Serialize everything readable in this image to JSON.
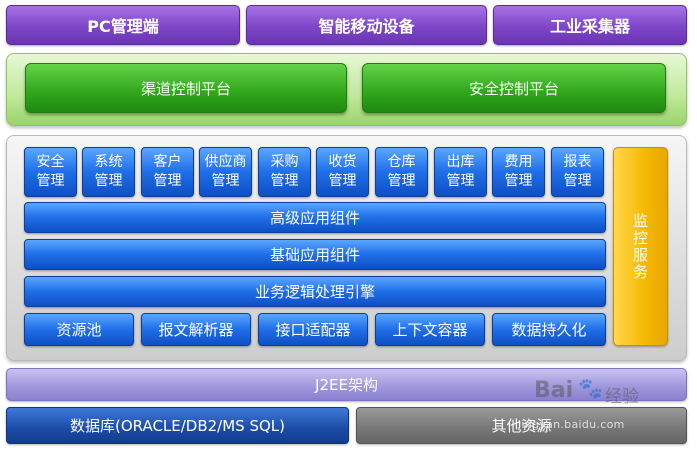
{
  "devices": [
    "PC管理端",
    "智能移动设备",
    "工业采集器"
  ],
  "channels": [
    "渠道控制平台",
    "安全控制平台"
  ],
  "modules": [
    [
      "安全",
      "管理"
    ],
    [
      "系统",
      "管理"
    ],
    [
      "客户",
      "管理"
    ],
    [
      "供应商",
      "管理"
    ],
    [
      "采购",
      "管理"
    ],
    [
      "收货",
      "管理"
    ],
    [
      "仓库",
      "管理"
    ],
    [
      "出库",
      "管理"
    ],
    [
      "费用",
      "管理"
    ],
    [
      "报表",
      "管理"
    ]
  ],
  "layers": [
    "高级应用组件",
    "基础应用组件",
    "业务逻辑处理引擎"
  ],
  "components": [
    "资源池",
    "报文解析器",
    "接口适配器",
    "上下文容器",
    "数据持久化"
  ],
  "monitor": "监控服务",
  "framework": "J2EE架构",
  "database": "数据库(ORACLE/DB2/MS  SQL)",
  "other_resources": "其他资源",
  "watermark": {
    "logo": "Bai",
    "brand": "经验",
    "url": "jingyan.baidu.com"
  }
}
